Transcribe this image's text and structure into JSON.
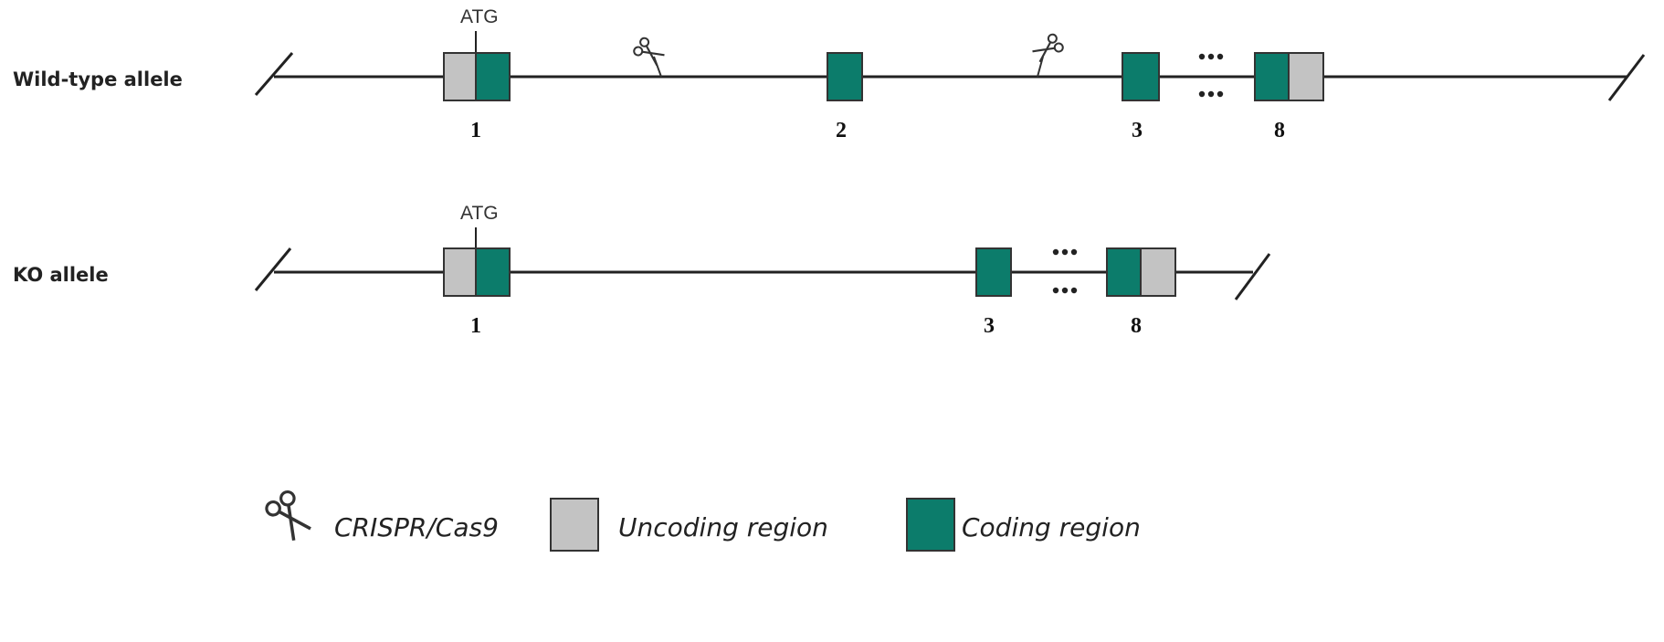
{
  "wild_type": {
    "label": "Wild-type allele",
    "atg": "ATG",
    "exon_labels": [
      "1",
      "2",
      "3",
      "8"
    ]
  },
  "ko": {
    "label": "KO allele",
    "atg": "ATG",
    "exon_labels": [
      "1",
      "3",
      "8"
    ]
  },
  "legend": {
    "crispr": "CRISPR/Cas9",
    "uncoding": "Uncoding region",
    "coding": "Coding region"
  },
  "colors": {
    "coding": "#0c7c6b",
    "uncoding": "#c3c3c3",
    "line": "#222222"
  }
}
